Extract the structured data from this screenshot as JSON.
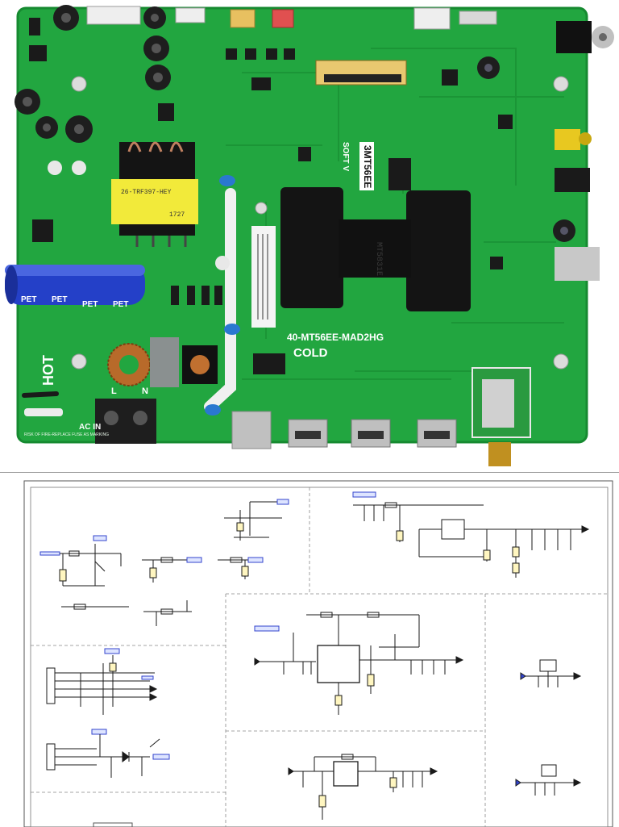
{
  "board": {
    "model": "40-MT56EE-MAD2HG",
    "chip_label": "3MT56EE",
    "soft_label": "SOFT V",
    "cold_label": "COLD",
    "hot_label": "HOT",
    "ac_in_label": "AC IN",
    "l_label": "L",
    "n_label": "N",
    "transformer_text": "26-TRF397-HEY",
    "transformer_date": "1727",
    "capacitor_label": "PET",
    "fuse_warning": "RISK OF FIRE-REPLACE FUSE AS MARKING"
  },
  "colors": {
    "pcb": "#22a640",
    "pcb_dark": "#168a30",
    "silkscreen": "#ffffff",
    "heatsink": "#141414",
    "capacitor_blue": "#2440c8",
    "schematic_line": "#1a1a1a",
    "schematic_highlight": "#ffe066",
    "schematic_net": "#3344cc"
  }
}
